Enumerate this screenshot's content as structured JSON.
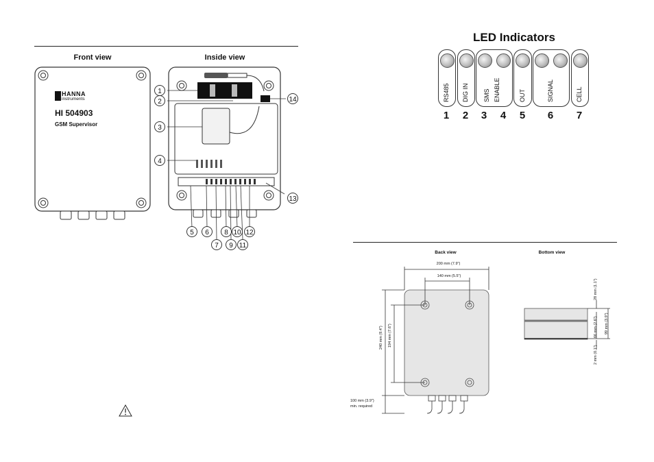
{
  "left_page": {
    "front_view_title": "Front view",
    "inside_view_title": "Inside view",
    "front_panel": {
      "brand_line1": "HANNA",
      "brand_line2": "instruments",
      "model": "HI 504903",
      "product": "GSM Supervisor"
    },
    "callouts": [
      "1",
      "2",
      "3",
      "4",
      "5",
      "6",
      "7",
      "8",
      "9",
      "10",
      "11",
      "12",
      "13",
      "14"
    ]
  },
  "led_section": {
    "title": "LED Indicators",
    "groups": [
      {
        "label": "RS485",
        "number": "1"
      },
      {
        "label": "DIG IN",
        "number": "2"
      },
      {
        "label": "SMS ENABLE",
        "label_line1": "SMS",
        "label_line2": "ENABLE",
        "numbers": [
          "3",
          "4"
        ]
      },
      {
        "label": "OUT",
        "number": "5"
      },
      {
        "label": "SIGNAL",
        "number": "6"
      },
      {
        "label": "CELL",
        "number": "7"
      }
    ]
  },
  "dimensions": {
    "back_view_title": "Back view",
    "bottom_view_title": "Bottom view",
    "width_outer": "200 mm (7.9\")",
    "width_inner": "140 mm (5.5\")",
    "height_outer": "240 mm (9.4\")",
    "height_inner": "194 mm (7.6\")",
    "clearance_line1": "100 mm (3.9\")",
    "clearance_line2": "min. required",
    "depth_top": "28 mm (1.1\")",
    "depth_mid": "66 mm (2.6\")",
    "depth_total": "99 mm (3.9\")",
    "depth_bottom": "2 mm (0.1\")"
  }
}
